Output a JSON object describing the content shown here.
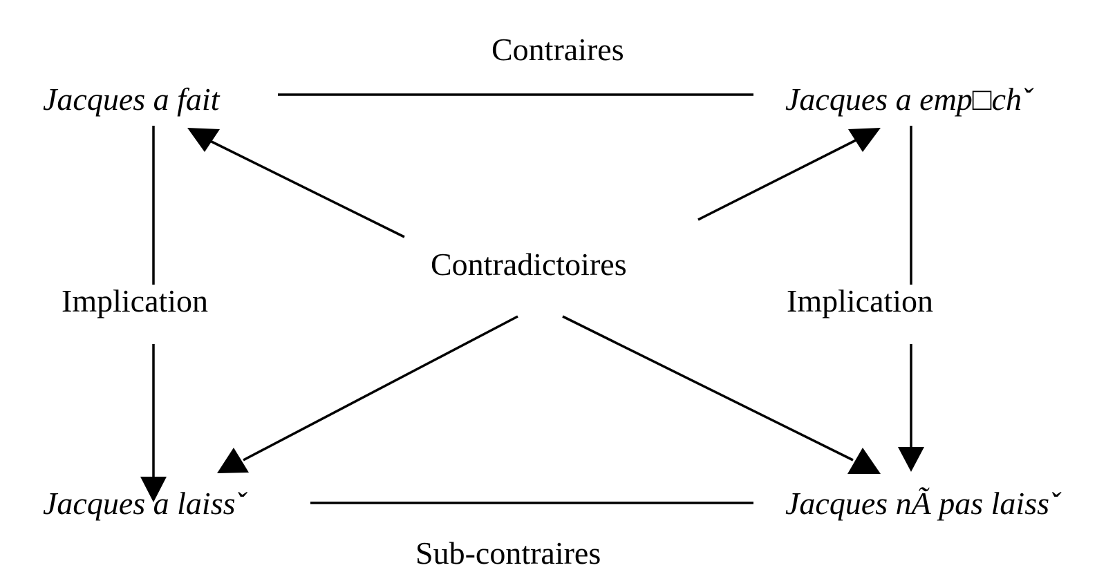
{
  "corners": {
    "top_left": "Jacques a fait",
    "top_right": "Jacques a emp□chˇ",
    "bottom_left": "Jacques a laissˇ",
    "bottom_right": "Jacques nÃ pas laissˇ"
  },
  "relations": {
    "top": "Contraires",
    "center": "Contradictoires",
    "left": "Implication",
    "right": "Implication",
    "bottom": "Sub-contraires"
  },
  "colors": {
    "ink": "#000000",
    "background": "#ffffff"
  }
}
